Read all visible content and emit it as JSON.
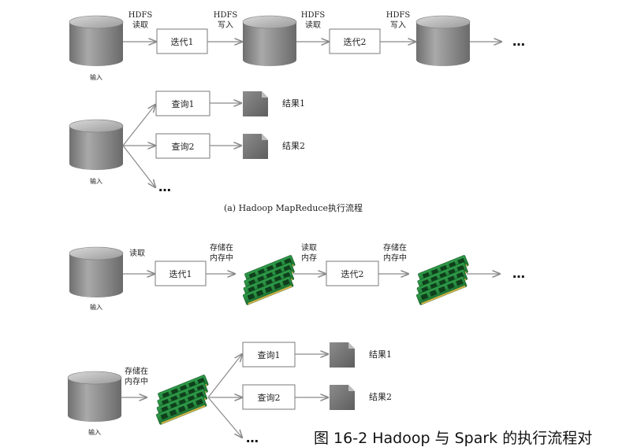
{
  "mapreduce": {
    "row1": {
      "input_label": "输入",
      "edge1_line1": "HDFS",
      "edge1_line2": "读取",
      "iter1": "迭代1",
      "edge2_line1": "HDFS",
      "edge2_line2": "写入",
      "edge3_line1": "HDFS",
      "edge3_line2": "读取",
      "iter2": "迭代2",
      "edge4_line1": "HDFS",
      "edge4_line2": "写入",
      "ellipsis": "…"
    },
    "row2": {
      "input_label": "输入",
      "query1": "查询1",
      "result1": "结果1",
      "query2": "查询2",
      "result2": "结果2",
      "ellipsis": "…"
    },
    "caption": "(a) Hadoop MapReduce执行流程"
  },
  "spark": {
    "row1": {
      "input_label": "输入",
      "edge1": "读取",
      "iter1": "迭代1",
      "edge2_line1": "存储在",
      "edge2_line2": "内存中",
      "edge3_line1": "读取",
      "edge3_line2": "内存",
      "iter2": "迭代2",
      "edge4_line1": "存储在",
      "edge4_line2": "内存中",
      "ellipsis": "…"
    },
    "row2": {
      "input_label": "输入",
      "edge_line1": "存储在",
      "edge_line2": "内存中",
      "query1": "查询1",
      "result1": "结果1",
      "query2": "查询2",
      "result2": "结果2",
      "ellipsis": "…"
    }
  },
  "figure_caption": "图 16-2 Hadoop 与 Spark 的执行流程对"
}
